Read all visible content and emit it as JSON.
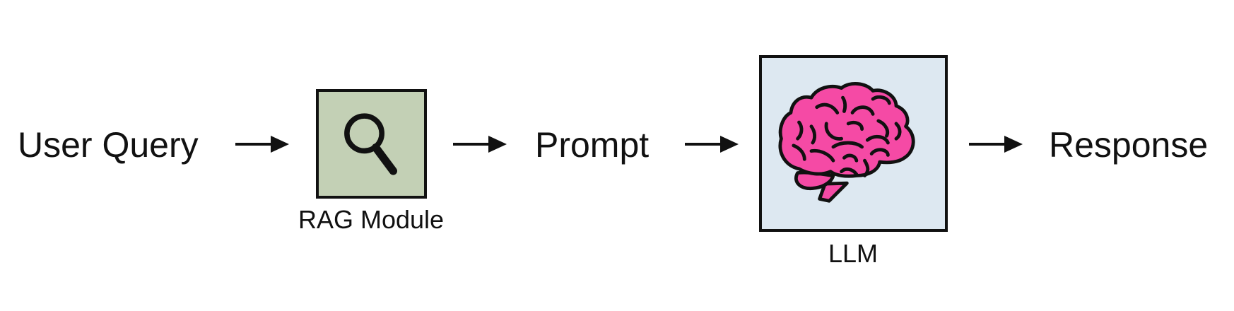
{
  "nodes": {
    "user_query": "User Query",
    "prompt": "Prompt",
    "response": "Response"
  },
  "modules": {
    "rag": {
      "caption": "RAG Module",
      "icon": "magnifier-icon",
      "fill": "#c3d0b5"
    },
    "llm": {
      "caption": "LLM",
      "icon": "brain-icon",
      "fill": "#dde8f1",
      "icon_color": "#f54aa5"
    }
  },
  "colors": {
    "stroke": "#111111",
    "background": "#ffffff"
  }
}
